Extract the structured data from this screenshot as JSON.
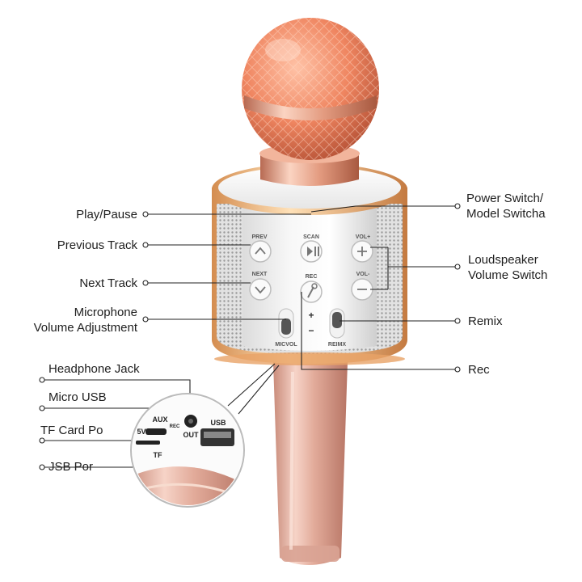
{
  "callouts": {
    "play_pause": "Play/Pause",
    "previous_track": "Previous Track",
    "next_track": "Next Track",
    "mic_volume_line1": "Microphone",
    "mic_volume_line2": "Volume Adjustment",
    "headphone_jack": "Headphone Jack",
    "micro_usb": "Micro USB",
    "tf_card": "TF Card Po",
    "usb_port": "JSB Por",
    "power_switch_line1": "Power Switch/",
    "power_switch_line2": "Model Switcha",
    "loudspeaker_line1": "Loudspeaker",
    "loudspeaker_line2": "Volume Switch",
    "remix": "Remix",
    "rec": "Rec"
  },
  "device_labels": {
    "prev": "PREV",
    "next": "NEXT",
    "scan": "SCAN",
    "rec": "REC",
    "vol_plus": "VOL+",
    "vol_minus": "VOL-",
    "plus": "+",
    "minus": "−",
    "micvol": "MICVOL",
    "reimx": "REIMX",
    "aux": "AUX",
    "five_v": "5V",
    "rec_small": "REC",
    "out": "OUT",
    "usb": "USB",
    "tf": "TF"
  },
  "colors": {
    "rose_gold": "#e9967a",
    "body_metal": "#d9a393",
    "line": "#222222"
  }
}
